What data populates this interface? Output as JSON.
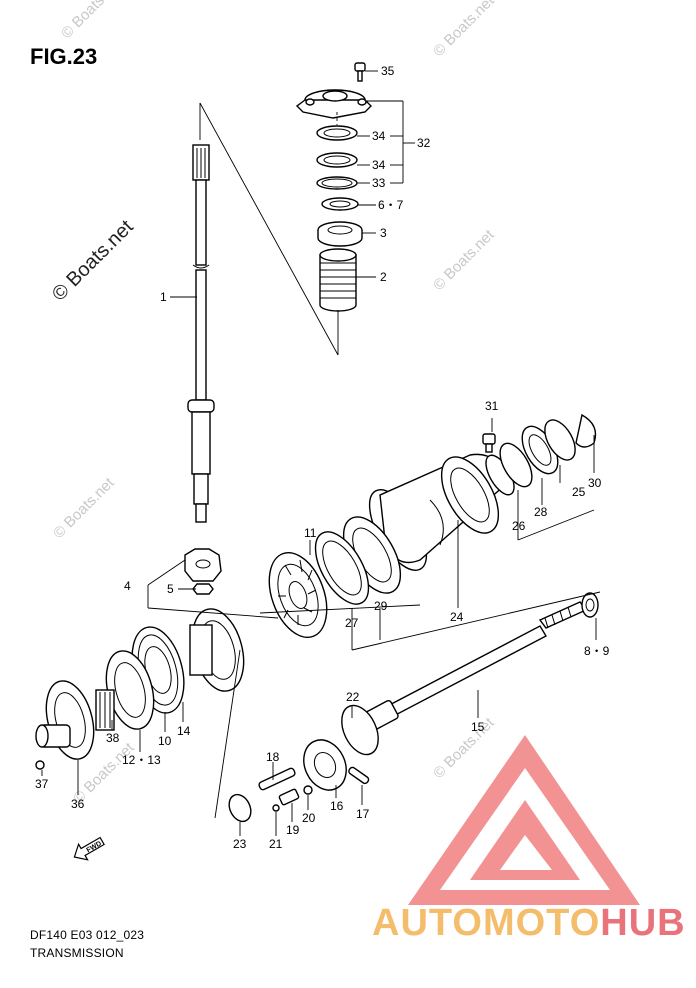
{
  "figure": {
    "title": "FIG.23",
    "footer_code": "DF140 E03 012_023",
    "footer_name": "TRANSMISSION"
  },
  "watermarks": {
    "main": "© Boats.net",
    "small": "© Boats.net"
  },
  "logo": {
    "word_part1": "AUTOMOTO",
    "word_part2": "HUB",
    "colors": {
      "triangle": "#f08080",
      "text1": "#f4bd6b",
      "text2": "#e8737a"
    }
  },
  "direction_badge": "FWD",
  "callouts": {
    "p1": "1",
    "p2": "2",
    "p3": "3",
    "p4": "4",
    "p5": "5",
    "p67": "6・7",
    "p89": "8・9",
    "p10": "10",
    "p11": "11",
    "p1213": "12・13",
    "p14": "14",
    "p15": "15",
    "p16": "16",
    "p17": "17",
    "p18": "18",
    "p19": "19",
    "p20": "20",
    "p21": "21",
    "p22": "22",
    "p23": "23",
    "p24": "24",
    "p25": "25",
    "p26": "26",
    "p27": "27",
    "p28": "28",
    "p29": "29",
    "p30": "30",
    "p31": "31",
    "p32": "32",
    "p33": "33",
    "p34a": "34",
    "p34b": "34",
    "p35": "35",
    "p36": "36",
    "p37": "37",
    "p38": "38"
  }
}
